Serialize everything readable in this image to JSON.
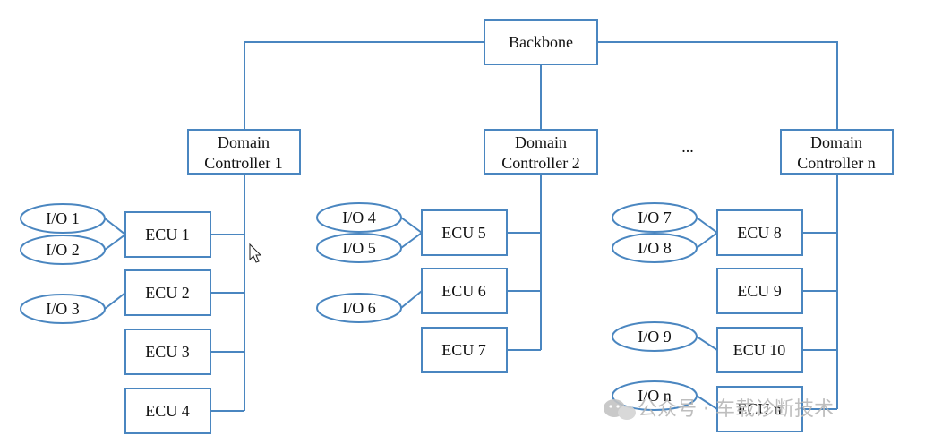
{
  "backbone": "Backbone",
  "controllers": [
    {
      "line1": "Domain",
      "line2": "Controller 1"
    },
    {
      "line1": "Domain",
      "line2": "Controller 2"
    },
    {
      "line1": "Domain",
      "line2": "Controller n"
    }
  ],
  "ellipsis": "...",
  "ecus": [
    "ECU 1",
    "ECU 2",
    "ECU 3",
    "ECU 4",
    "ECU 5",
    "ECU 6",
    "ECU 7",
    "ECU 8",
    "ECU 9",
    "ECU 10",
    "ECU n"
  ],
  "ios": [
    "I/O 1",
    "I/O 2",
    "I/O 3",
    "I/O 4",
    "I/O 5",
    "I/O 6",
    "I/O 7",
    "I/O 8",
    "I/O 9",
    "I/O n"
  ],
  "watermark": "公众号 · 车载诊断技术",
  "colors": {
    "line": "#4a86c0",
    "watermark": "#b8b8b8"
  }
}
